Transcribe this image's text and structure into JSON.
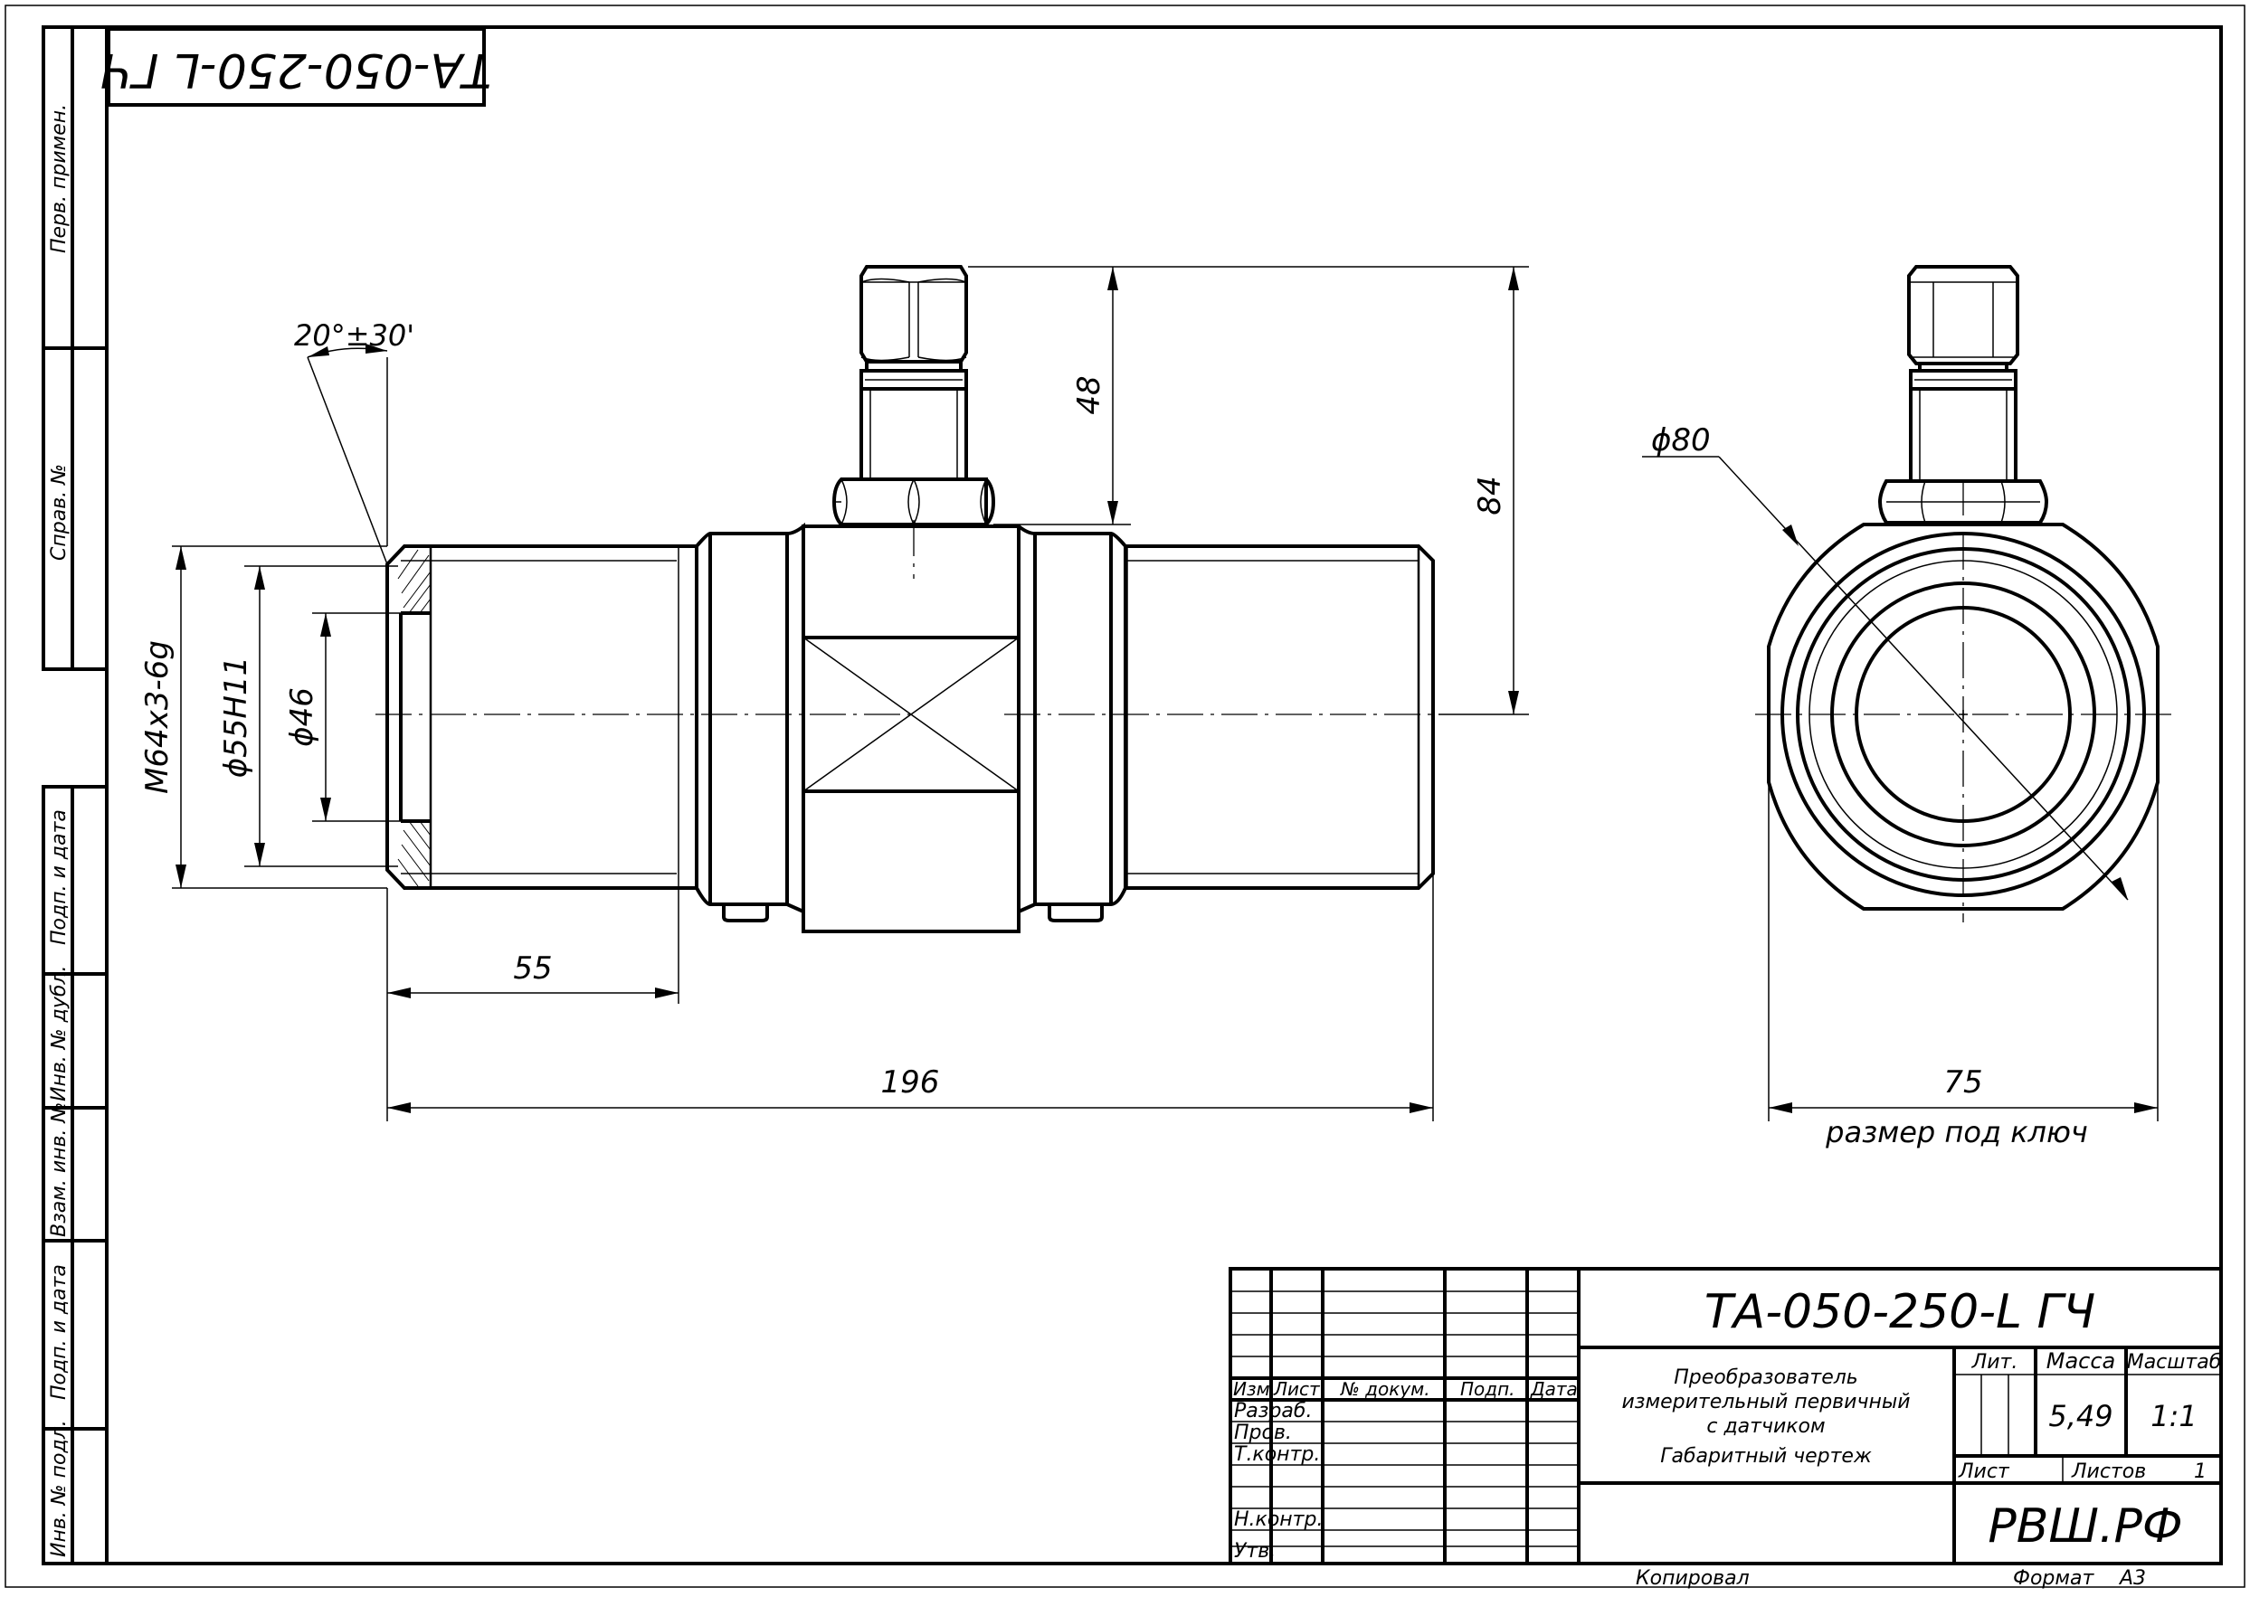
{
  "drawing": {
    "code": "ТА-050-250-L ГЧ",
    "code_rotated": "ТА-050-250-L ГЧ"
  },
  "side_strip": {
    "top_labels": [
      "Перв. примен.",
      "Справ. №"
    ],
    "bottom_labels": [
      "Подп. и дата",
      "Инв. № дубл.",
      "Взам. инв. №",
      "Подп. и дата",
      "Инв. № подл."
    ]
  },
  "dimensions": {
    "angle": "20°±30'",
    "thread": "М64х3-6g",
    "bore": "ϕ55Н11",
    "inner": "ϕ46",
    "len_thread": "55",
    "total_len": "196",
    "nut_height": "48",
    "total_height": "84",
    "diameter": "ϕ80",
    "wrench": "75",
    "wrench_note": "размер под ключ"
  },
  "title_block": {
    "designation": "ТА-050-250-L ГЧ",
    "name_lines": [
      "Преобразователь",
      "измерительный первичный",
      "с датчиком",
      "Габаритный чертеж"
    ],
    "col_headers": [
      "Изм.",
      "Лист",
      "№ докум.",
      "Подп.",
      "Дата"
    ],
    "roles": [
      "Разраб.",
      "Пров.",
      "Т.контр.",
      "Н.контр.",
      "Утв."
    ],
    "lit_label": "Лит.",
    "mass_label": "Масса",
    "scale_label": "Масштаб",
    "mass_value": "5,49",
    "scale_value": "1:1",
    "sheet_label": "Лист",
    "sheets_label": "Листов",
    "sheets_value": "1",
    "company": "РВШ.РФ",
    "copied": "Копировал",
    "format_label": "Формат",
    "format_value": "А3"
  }
}
